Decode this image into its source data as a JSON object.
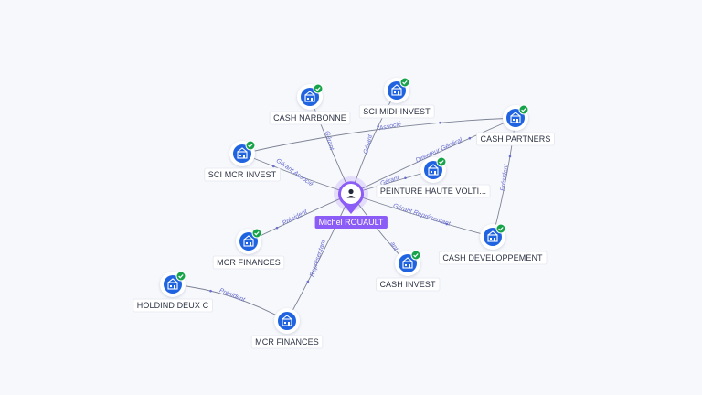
{
  "colors": {
    "background": "#f7f8fc",
    "company_icon": "#1f63e0",
    "verified_badge": "#17a34a",
    "person_accent": "#8b5cf6",
    "edge": "#7c8294",
    "edge_label": "#6a6fd0"
  },
  "icons": {
    "company": "building-icon",
    "verified": "check-badge-icon",
    "person": "user-icon"
  },
  "person": {
    "name": "Michel ROUAULT"
  },
  "companies": [
    {
      "id": "cash-narbonne",
      "label": "CASH NARBONNE",
      "verified": true
    },
    {
      "id": "sci-midi-invest",
      "label": "SCI MIDI-INVEST",
      "verified": true
    },
    {
      "id": "cash-partners",
      "label": "CASH PARTNERS",
      "verified": true
    },
    {
      "id": "sci-mcr-invest",
      "label": "SCI MCR INVEST",
      "verified": true
    },
    {
      "id": "peinture-haute-volti",
      "label": "PEINTURE HAUTE VOLTI...",
      "verified": true
    },
    {
      "id": "mcr-finances-1",
      "label": "MCR FINANCES",
      "verified": true
    },
    {
      "id": "cash-developpement",
      "label": "CASH DEVELOPPEMENT",
      "verified": true
    },
    {
      "id": "cash-invest",
      "label": "CASH INVEST",
      "verified": true
    },
    {
      "id": "holdind-deux-c",
      "label": "HOLDIND DEUX C",
      "verified": true
    },
    {
      "id": "mcr-finances-2",
      "label": "MCR FINANCES",
      "verified": false
    }
  ],
  "relations": [
    {
      "from": "person",
      "to": "cash-narbonne",
      "label": "Gérant"
    },
    {
      "from": "person",
      "to": "sci-midi-invest",
      "label": "Gérant"
    },
    {
      "from": "person",
      "to": "sci-mcr-invest",
      "label": "Gérant Associé"
    },
    {
      "from": "person",
      "to": "peinture-haute-volti",
      "label": "Gérant"
    },
    {
      "from": "person",
      "to": "mcr-finances-1",
      "label": "Président"
    },
    {
      "from": "person",
      "to": "cash-developpement",
      "label": "Gérant Représentant"
    },
    {
      "from": "person",
      "to": "cash-invest",
      "label": "ant"
    },
    {
      "from": "person",
      "to": "mcr-finances-2",
      "label": "Représentant"
    },
    {
      "from": "sci-mcr-invest",
      "to": "cash-partners",
      "label": "Associé"
    },
    {
      "from": "person",
      "to": "cash-partners",
      "label": "Directeur Général"
    },
    {
      "from": "cash-developpement",
      "to": "cash-partners",
      "label": "Président"
    },
    {
      "from": "mcr-finances-2",
      "to": "holdind-deux-c",
      "label": "Président"
    }
  ]
}
